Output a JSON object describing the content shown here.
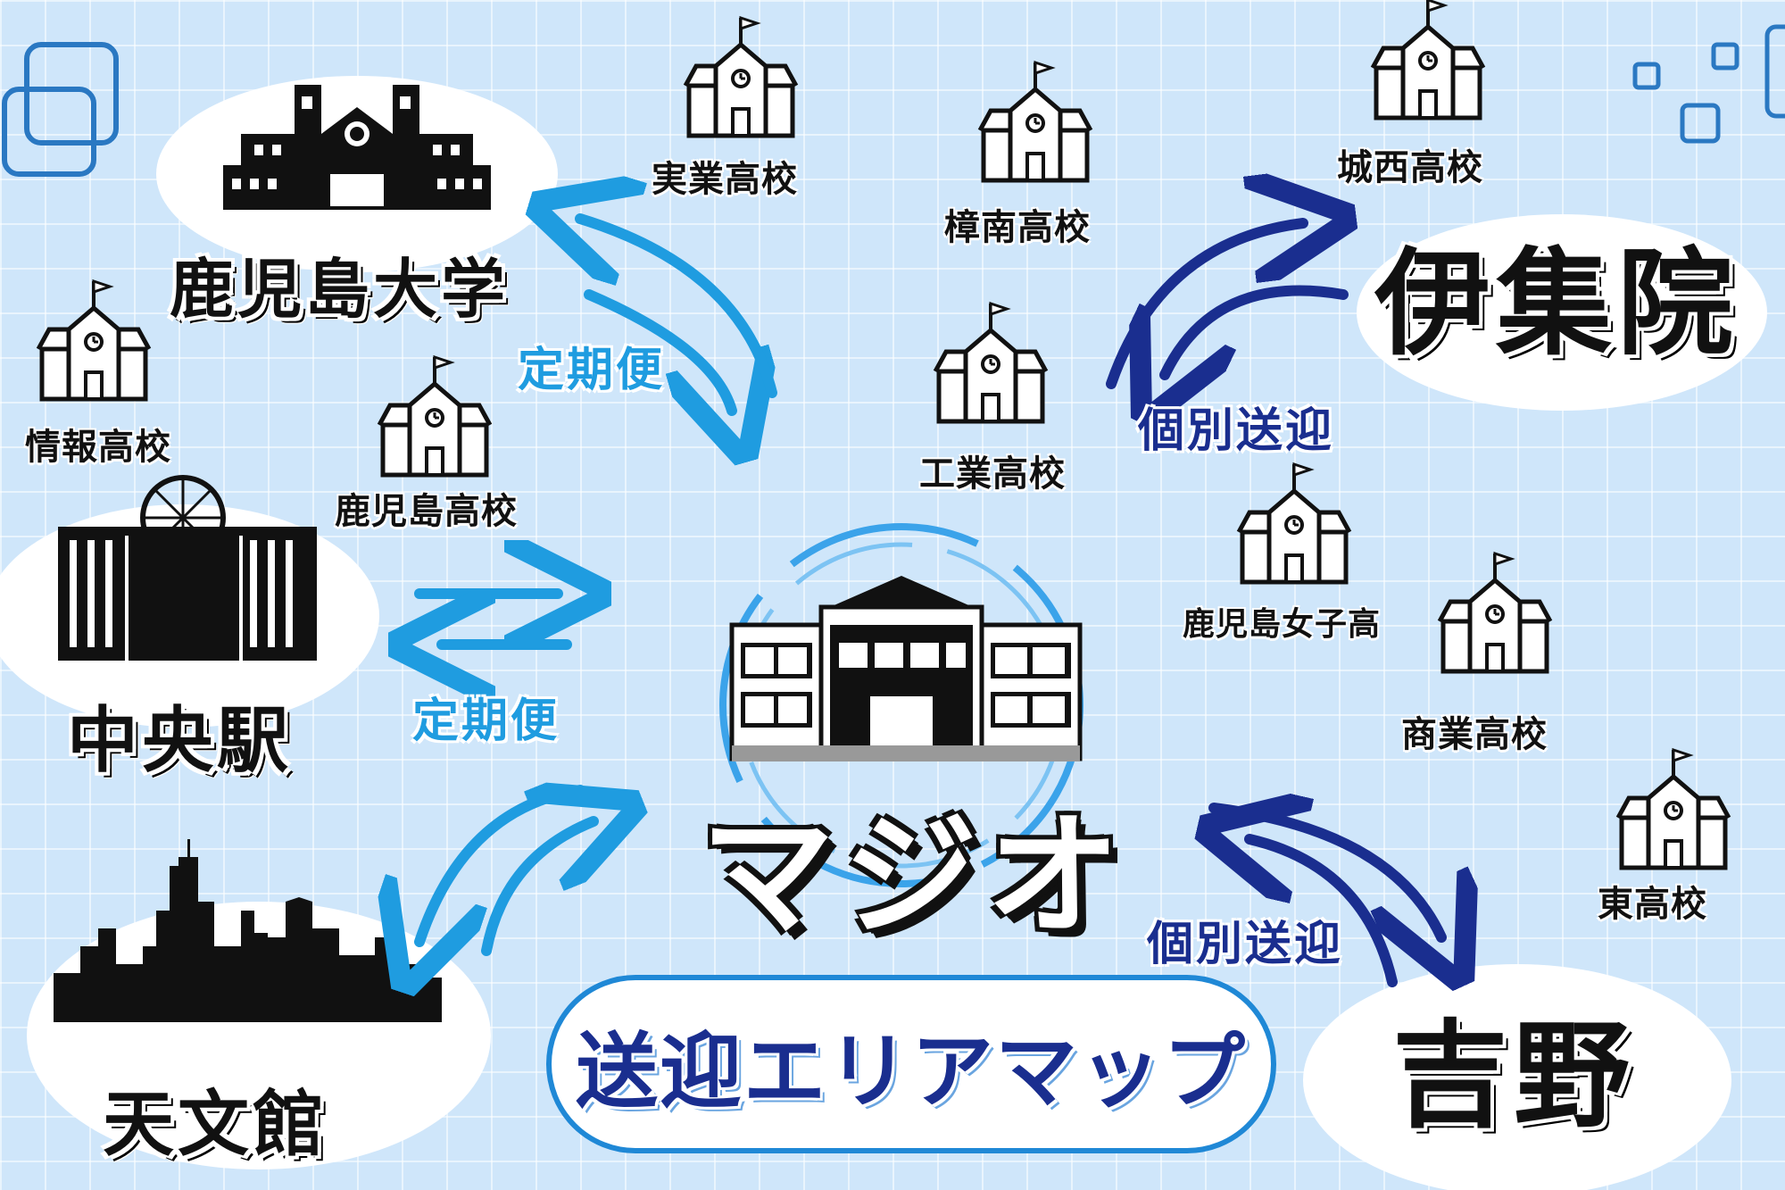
{
  "title": "送迎エリアマップ",
  "center": "マジオ",
  "routes": {
    "regular": "定期便",
    "individual": "個別送迎"
  },
  "areas": {
    "kagoshima_univ": "鹿児島大学",
    "chuo_station": "中央駅",
    "tenmonkan": "天文館",
    "ijuin": "伊集院",
    "yoshino": "吉野"
  },
  "schools": {
    "jitsugyo": "実業高校",
    "shonan": "樟南高校",
    "josai": "城西高校",
    "joho": "情報高校",
    "kagoshima": "鹿児島高校",
    "kogyo": "工業高校",
    "joshi": "鹿児島女子高",
    "shogyo": "商業高校",
    "higashi": "東高校"
  },
  "colors": {
    "regular_route": "#1f9ce0",
    "individual_route": "#1a2e8f",
    "background": "#cfe6fa"
  }
}
